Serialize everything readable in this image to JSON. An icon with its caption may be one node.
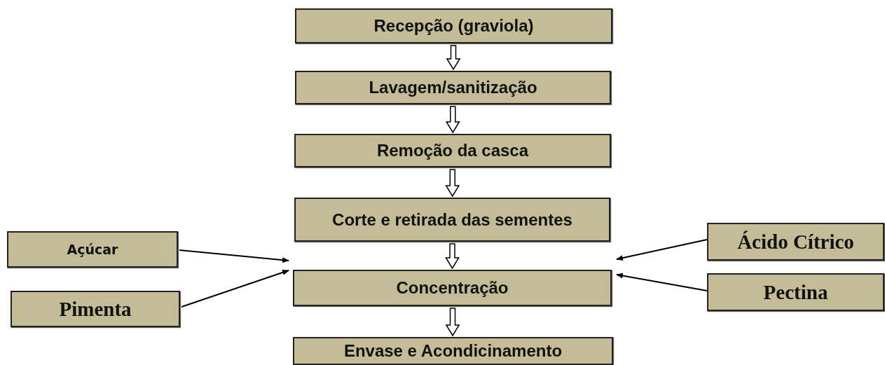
{
  "diagram": {
    "nodes": [
      {
        "text": [
          "Recepção (graviola)"
        ]
      },
      {
        "text": [
          "Lavagem/sanitização"
        ]
      },
      {
        "text": [
          "Remoção da casca"
        ]
      },
      {
        "text": [
          "Corte e retirada das sementes"
        ]
      },
      {
        "text": [
          "Concentração"
        ]
      },
      {
        "text": [
          "Envase e Acondicinamento"
        ]
      },
      {
        "text": [
          "Açúcar"
        ]
      },
      {
        "text": [
          "Pimenta"
        ]
      },
      {
        "text": [
          "Ácido Cítrico"
        ]
      },
      {
        "text": [
          "Pectina"
        ]
      }
    ],
    "edges": [
      {
        "from": 0,
        "to": 1,
        "arrow": "to"
      },
      {
        "from": 1,
        "to": 2,
        "arrow": "to"
      },
      {
        "from": 2,
        "to": 3,
        "arrow": "to"
      },
      {
        "from": 3,
        "to": 4,
        "arrow": "to"
      },
      {
        "from": 4,
        "to": 5,
        "arrow": "to"
      },
      {
        "from": 6,
        "to": 4,
        "arrow": "to"
      },
      {
        "from": 7,
        "to": 4,
        "arrow": "to"
      },
      {
        "from": 8,
        "to": 4,
        "arrow": "to"
      },
      {
        "from": 9,
        "to": 4,
        "arrow": "to"
      }
    ]
  }
}
